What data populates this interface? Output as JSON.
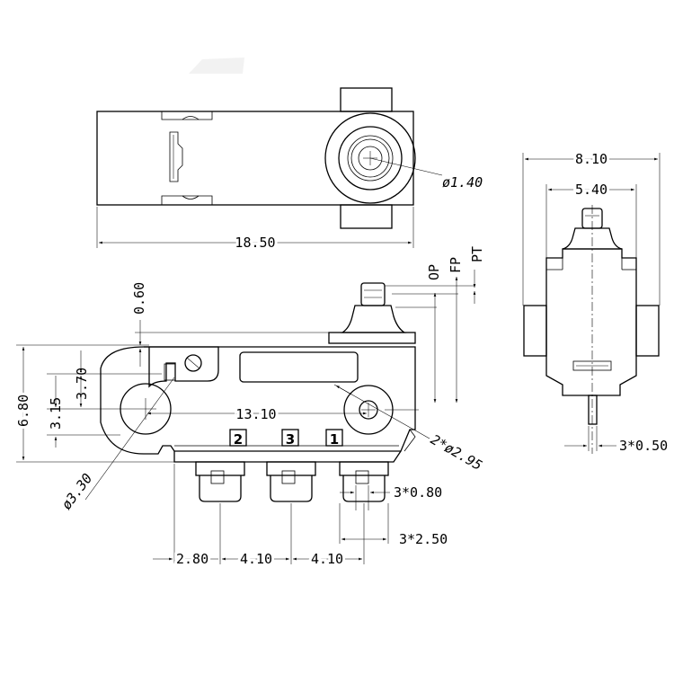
{
  "dimensions": {
    "top_length": "18.50",
    "top_hole_dia": "ø1.40",
    "side_total_width": "8.10",
    "side_inner_width": "5.40",
    "side_pin_thickness": "3*0.50",
    "op_label": "OP",
    "fp_label": "FP",
    "pt_label": "PT",
    "plunger_offset": "0.60",
    "height_total": "6.80",
    "height_upper": "3.70",
    "height_lower": "3.15",
    "hole_span": "13.10",
    "mount_hole_dia": "2*ø2.95",
    "pivot_dia": "ø3.30",
    "pin_offset": "2.80",
    "pin_pitch_a": "4.10",
    "pin_pitch_b": "4.10",
    "terminal_hole": "3*0.80",
    "terminal_width": "3*2.50"
  },
  "terminals": {
    "t2": "2",
    "t3": "3",
    "t1": "1"
  }
}
